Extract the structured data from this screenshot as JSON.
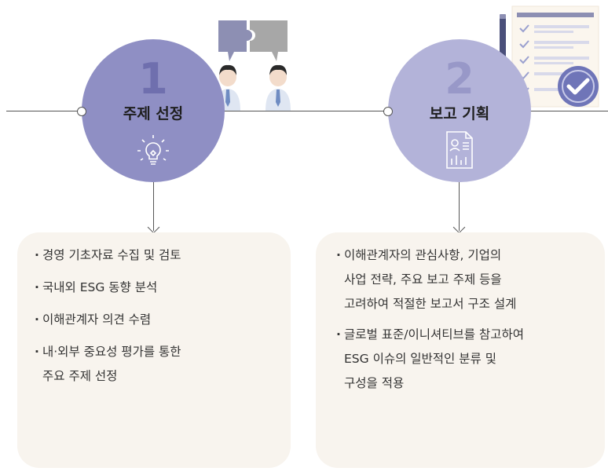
{
  "steps": [
    {
      "number": "1",
      "title": "주제 선정",
      "icon": "lightbulb-icon",
      "items": [
        {
          "lines": [
            "경영 기초자료 수집 및 검토"
          ]
        },
        {
          "lines": [
            "국내외 ESG 동향 분석"
          ]
        },
        {
          "lines": [
            "이해관계자 의견 수렴"
          ]
        },
        {
          "lines": [
            "내·외부 중요성 평가를 통한",
            "주요 주제 선정"
          ]
        }
      ]
    },
    {
      "number": "2",
      "title": "보고 기획",
      "icon": "report-document-icon",
      "items": [
        {
          "lines": [
            "이해관계자의 관심사항, 기업의",
            "사업 전략, 주요 보고 주제 등을",
            "고려하여 적절한 보고서 구조 설계"
          ]
        },
        {
          "lines": [
            "글로벌 표준/이니셔티브를 참고하여",
            "ESG 이슈의 일반적인 분류 및",
            "구성을 적용"
          ]
        }
      ]
    }
  ],
  "illustrations": [
    "puzzle-discussion-people-icon",
    "checklist-clipboard-icon"
  ],
  "colors": {
    "circle1": "#8f8fc4",
    "circle1_number": "#6f6fae",
    "circle2": "#b3b3d9",
    "circle2_number": "#9898c8",
    "card_bg": "#f8f4ee",
    "accent": "#6f75b8"
  }
}
